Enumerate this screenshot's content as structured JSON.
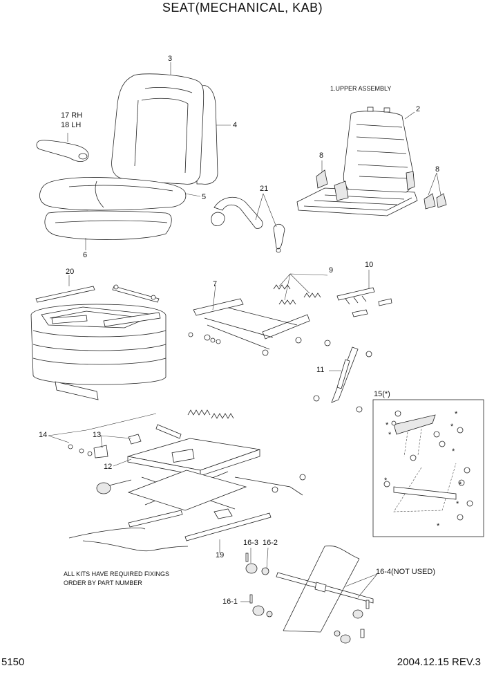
{
  "title": "SEAT(MECHANICAL, KAB)",
  "page_code": "5150",
  "revision": "2004.12.15  REV.3",
  "notes": {
    "upper_assembly": "1.UPPER ASSEMBLY",
    "fixings_line1": "ALL KITS HAVE REQUIRED FIXINGS",
    "fixings_line2": "ORDER BY PART NUMBER"
  },
  "callouts": {
    "c2": "2",
    "c3": "3",
    "c4": "4",
    "c5": "5",
    "c6": "6",
    "c7": "7",
    "c8a": "8",
    "c8b": "8",
    "c9": "9",
    "c10": "10",
    "c11": "11",
    "c12": "12",
    "c13": "13",
    "c14": "14",
    "c15": "15(*)",
    "c16_1": "16-1",
    "c16_2": "16-2",
    "c16_3": "16-3",
    "c16_4": "16-4(NOT USED)",
    "c17": "17 RH",
    "c18": "18 LH",
    "c19": "19",
    "c20": "20",
    "c21": "21"
  },
  "markers": {
    "star": "*"
  }
}
